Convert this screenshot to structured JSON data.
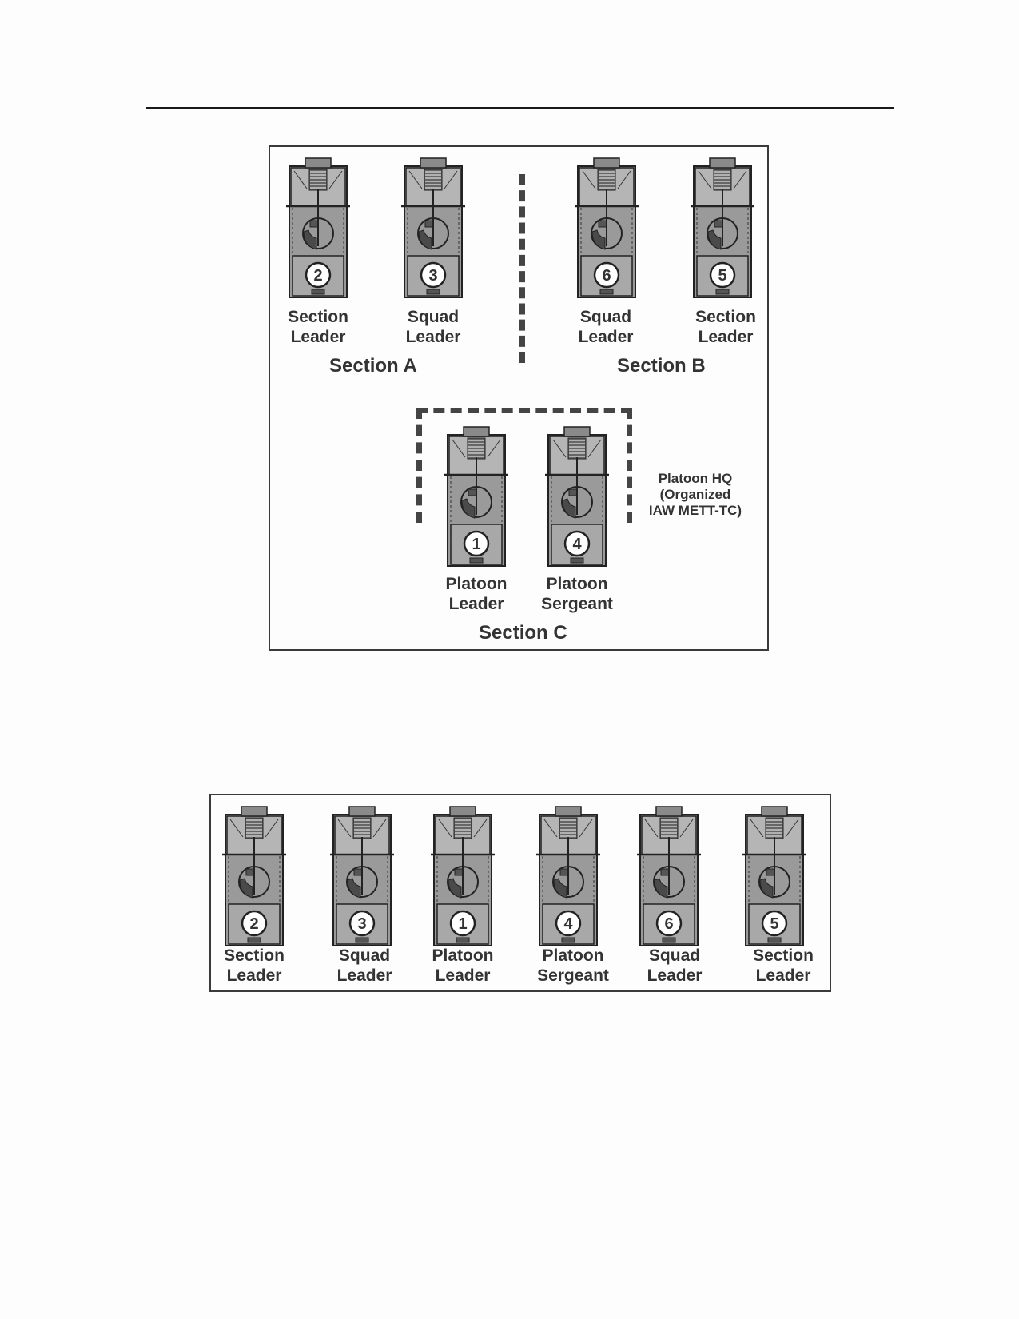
{
  "figure_top": {
    "sections": {
      "a": "Section A",
      "b": "Section B",
      "c": "Section C"
    },
    "hq_note": "Platoon HQ\n(Organized\nIAW METT-TC)",
    "vehicles": [
      {
        "number": "2",
        "label": "Section\nLeader"
      },
      {
        "number": "3",
        "label": "Squad\nLeader"
      },
      {
        "number": "6",
        "label": "Squad\nLeader"
      },
      {
        "number": "5",
        "label": "Section\nLeader"
      },
      {
        "number": "1",
        "label": "Platoon\nLeader"
      },
      {
        "number": "4",
        "label": "Platoon\nSergeant"
      }
    ]
  },
  "figure_bottom": {
    "vehicles": [
      {
        "number": "2",
        "label": "Section\nLeader"
      },
      {
        "number": "3",
        "label": "Squad\nLeader"
      },
      {
        "number": "1",
        "label": "Platoon\nLeader"
      },
      {
        "number": "4",
        "label": "Platoon\nSergeant"
      },
      {
        "number": "6",
        "label": "Squad\nLeader"
      },
      {
        "number": "5",
        "label": "Section\nLeader"
      }
    ]
  }
}
